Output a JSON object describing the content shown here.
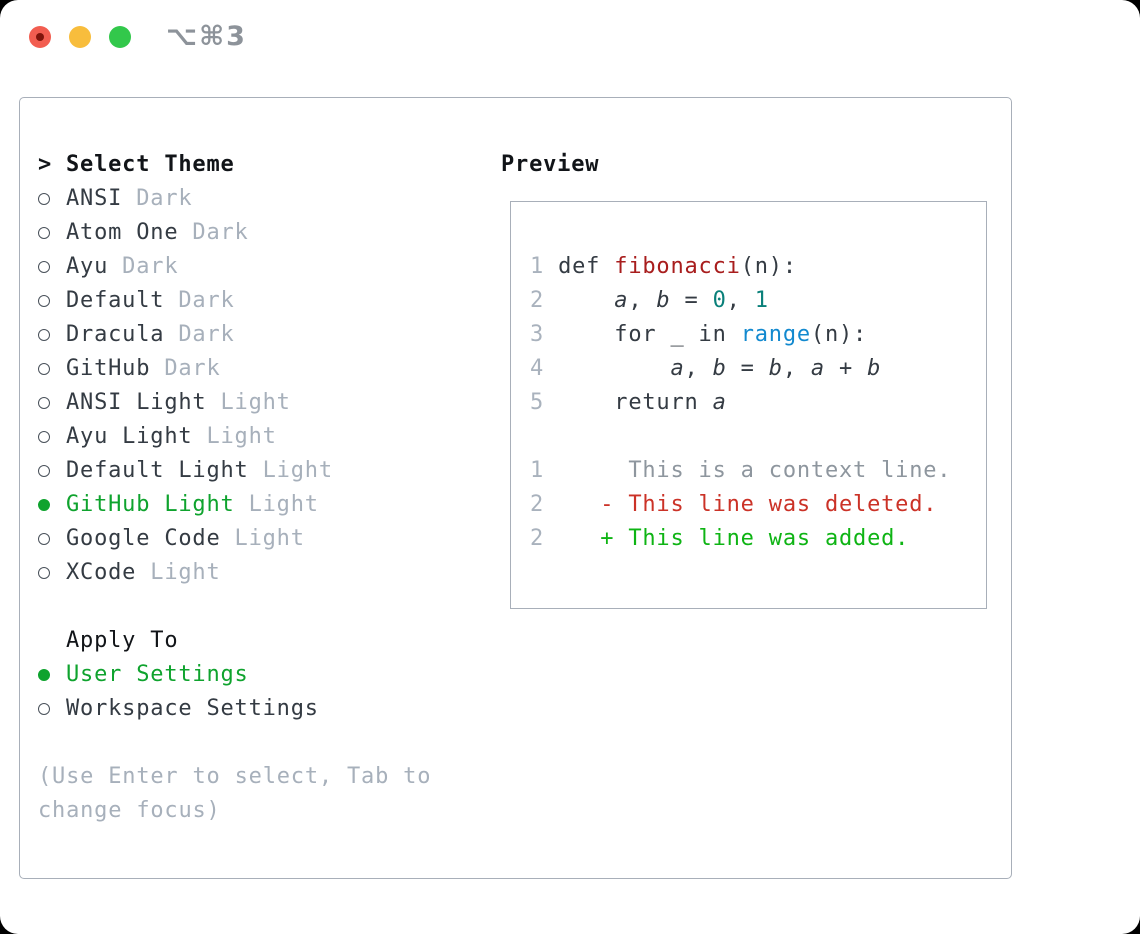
{
  "window": {
    "title": "⌥⌘3"
  },
  "colors": {
    "accent_green": "#0fa32e",
    "deleted_red": "#cb3227",
    "added_green": "#0eb414",
    "function_red": "#a81d1d",
    "number_teal": "#0a807a",
    "builtin_blue": "#1289cf",
    "muted_gray": "#a7b0bb",
    "border_gray": "#a8afb9"
  },
  "theme_picker": {
    "header": {
      "marker": ">",
      "label": "Select Theme"
    },
    "themes": [
      {
        "name": "ANSI",
        "variant": "Dark",
        "selected": false
      },
      {
        "name": "Atom One",
        "variant": "Dark",
        "selected": false
      },
      {
        "name": "Ayu",
        "variant": "Dark",
        "selected": false
      },
      {
        "name": "Default",
        "variant": "Dark",
        "selected": false
      },
      {
        "name": "Dracula",
        "variant": "Dark",
        "selected": false
      },
      {
        "name": "GitHub",
        "variant": "Dark",
        "selected": false
      },
      {
        "name": "ANSI Light",
        "variant": "Light",
        "selected": false
      },
      {
        "name": "Ayu Light",
        "variant": "Light",
        "selected": false
      },
      {
        "name": "Default Light",
        "variant": "Light",
        "selected": false
      },
      {
        "name": "GitHub Light",
        "variant": "Light",
        "selected": true
      },
      {
        "name": "Google Code",
        "variant": "Light",
        "selected": false
      },
      {
        "name": "XCode",
        "variant": "Light",
        "selected": false
      }
    ],
    "apply_to": {
      "label": "Apply To",
      "options": [
        {
          "label": "User Settings",
          "selected": true
        },
        {
          "label": "Workspace Settings",
          "selected": false
        }
      ]
    },
    "help_text": "(Use Enter to select, Tab to change focus)"
  },
  "preview": {
    "label": "Preview",
    "lines": [
      {
        "segs": [
          [
            "1",
            "ln"
          ],
          [
            " def ",
            "code"
          ],
          [
            "fibonacci",
            "func"
          ],
          [
            "(n):",
            "code"
          ]
        ]
      },
      {
        "segs": [
          [
            "2",
            "ln"
          ],
          [
            "     ",
            "code"
          ],
          [
            "a",
            "var"
          ],
          [
            ", ",
            "code"
          ],
          [
            "b",
            "var"
          ],
          [
            " = ",
            "code"
          ],
          [
            "0",
            "num"
          ],
          [
            ", ",
            "code"
          ],
          [
            "1",
            "num"
          ]
        ]
      },
      {
        "segs": [
          [
            "3",
            "ln"
          ],
          [
            "     for _ in ",
            "code"
          ],
          [
            "range",
            "builtin"
          ],
          [
            "(n):",
            "code"
          ]
        ]
      },
      {
        "segs": [
          [
            "4",
            "ln"
          ],
          [
            "         ",
            "code"
          ],
          [
            "a",
            "var"
          ],
          [
            ", ",
            "code"
          ],
          [
            "b",
            "var"
          ],
          [
            " = ",
            "code"
          ],
          [
            "b",
            "var"
          ],
          [
            ", ",
            "code"
          ],
          [
            "a",
            "var"
          ],
          [
            " + ",
            "code"
          ],
          [
            "b",
            "var"
          ]
        ]
      },
      {
        "segs": [
          [
            "5",
            "ln"
          ],
          [
            "     return ",
            "code"
          ],
          [
            "a",
            "var"
          ]
        ]
      },
      {
        "segs": []
      },
      {
        "segs": [
          [
            "1",
            "ln"
          ],
          [
            "      This is a context line.",
            "context"
          ]
        ]
      },
      {
        "segs": [
          [
            "2",
            "ln"
          ],
          [
            "    ",
            "code"
          ],
          [
            "- This line was deleted.",
            "del"
          ]
        ]
      },
      {
        "segs": [
          [
            "2",
            "ln"
          ],
          [
            "    ",
            "code"
          ],
          [
            "+ This line was added.",
            "add"
          ]
        ]
      }
    ]
  }
}
